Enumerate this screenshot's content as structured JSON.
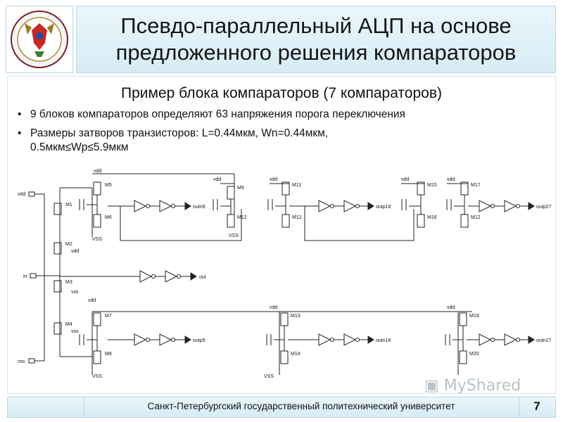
{
  "header": {
    "title_line1": "Псевдо-параллельный АЦП на основе",
    "title_line2": "предложенного решения компараторов"
  },
  "content": {
    "subtitle": "Пример блока компараторов (7 компараторов)",
    "bullets": [
      "9 блоков компараторов определяют 63 напряжения порога переключения",
      "Размеры затворов транзисторов: L=0.44мкм, Wn=0.44мкм,",
      "0.5мкм≤Wp≤5.9мкм"
    ]
  },
  "schematic": {
    "left_labels": {
      "vdd": "vdd",
      "in": "in",
      "vss": "vss"
    },
    "ladder": [
      "M1",
      "M2",
      "M3",
      "M4"
    ],
    "outputs": {
      "top": [
        "outn9",
        "outp18",
        "outp27"
      ],
      "middle": "out",
      "bottom": [
        "outp9",
        "outn18",
        "outn27"
      ]
    },
    "top_blocks": [
      [
        "M5",
        "M6"
      ],
      [
        "M9",
        "M12"
      ],
      [
        "M11",
        "M12"
      ],
      [
        "M15",
        "M16"
      ],
      [
        "M17",
        "M12"
      ]
    ],
    "bottom_blocks": [
      [
        "M7",
        "M8"
      ],
      [
        "M13",
        "M14"
      ],
      [
        "M19",
        "M20"
      ]
    ],
    "rail_vdd": "vdd",
    "rail_vss": "vss",
    "rail_vss_alt": "VSS"
  },
  "footer": {
    "university": "Санкт-Петербургский государственный политехнический университет",
    "page": "7"
  },
  "watermark": "MyShared",
  "colors": {
    "accent_bg": "#d6ecf5",
    "border": "#bcd6e2"
  }
}
